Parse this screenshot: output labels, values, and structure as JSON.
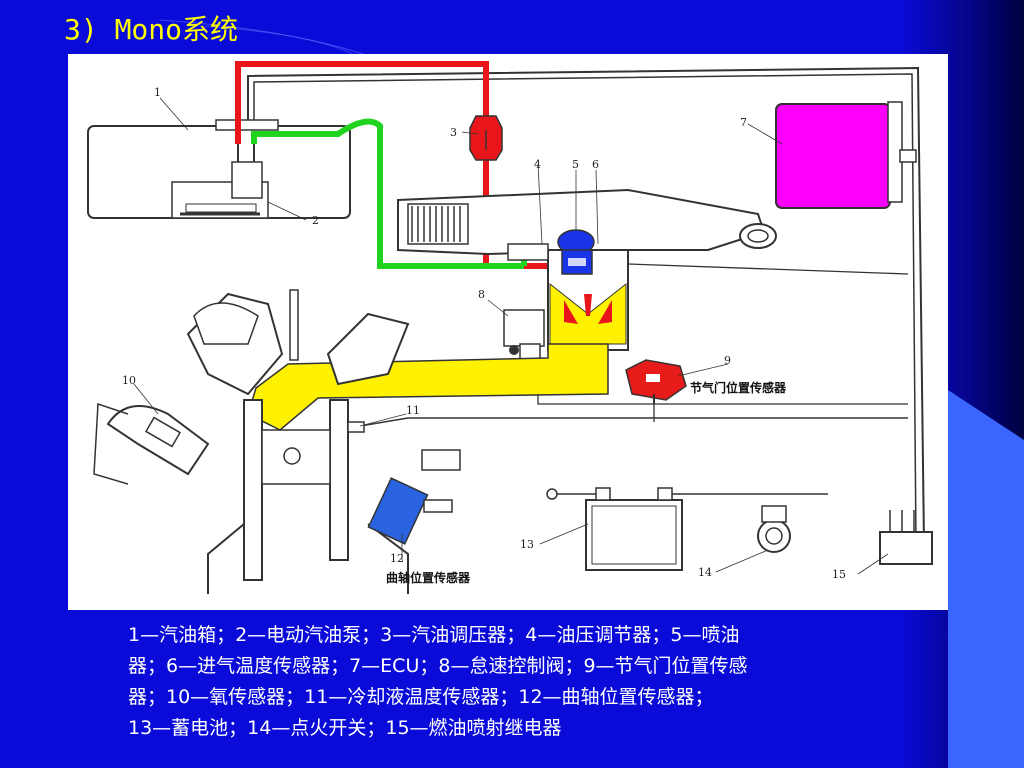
{
  "slide": {
    "title": "3) Mono系统",
    "caption_lines": [
      "1—汽油箱；2—电动汽油泵；3—汽油调压器；4—油压调节器；5—喷油",
      "器；6—进气温度传感器；7—ECU；8—怠速控制阀；9—节气门位置传感",
      "器；10—氧传感器；11—冷却液温度传感器；12—曲轴位置传感器；",
      "13—蓄电池；14—点火开关；15—燃油喷射继电器"
    ]
  },
  "diagram": {
    "part_numbers": [
      "1",
      "2",
      "3",
      "4",
      "5",
      "6",
      "7",
      "8",
      "9",
      "10",
      "11",
      "12",
      "13",
      "14",
      "15"
    ],
    "label_throttle_sensor": "节气门位置传感器",
    "label_crank_sensor": "曲轴位置传感器",
    "colors": {
      "fuel_line": "#e8161b",
      "return_line": "#1fd31f",
      "intake": "#fff200",
      "ecu": "#ff00ff",
      "injector": "#1a34e8",
      "sensor_red": "#e81b1b",
      "crank_sensor": "#2a63e0"
    }
  }
}
